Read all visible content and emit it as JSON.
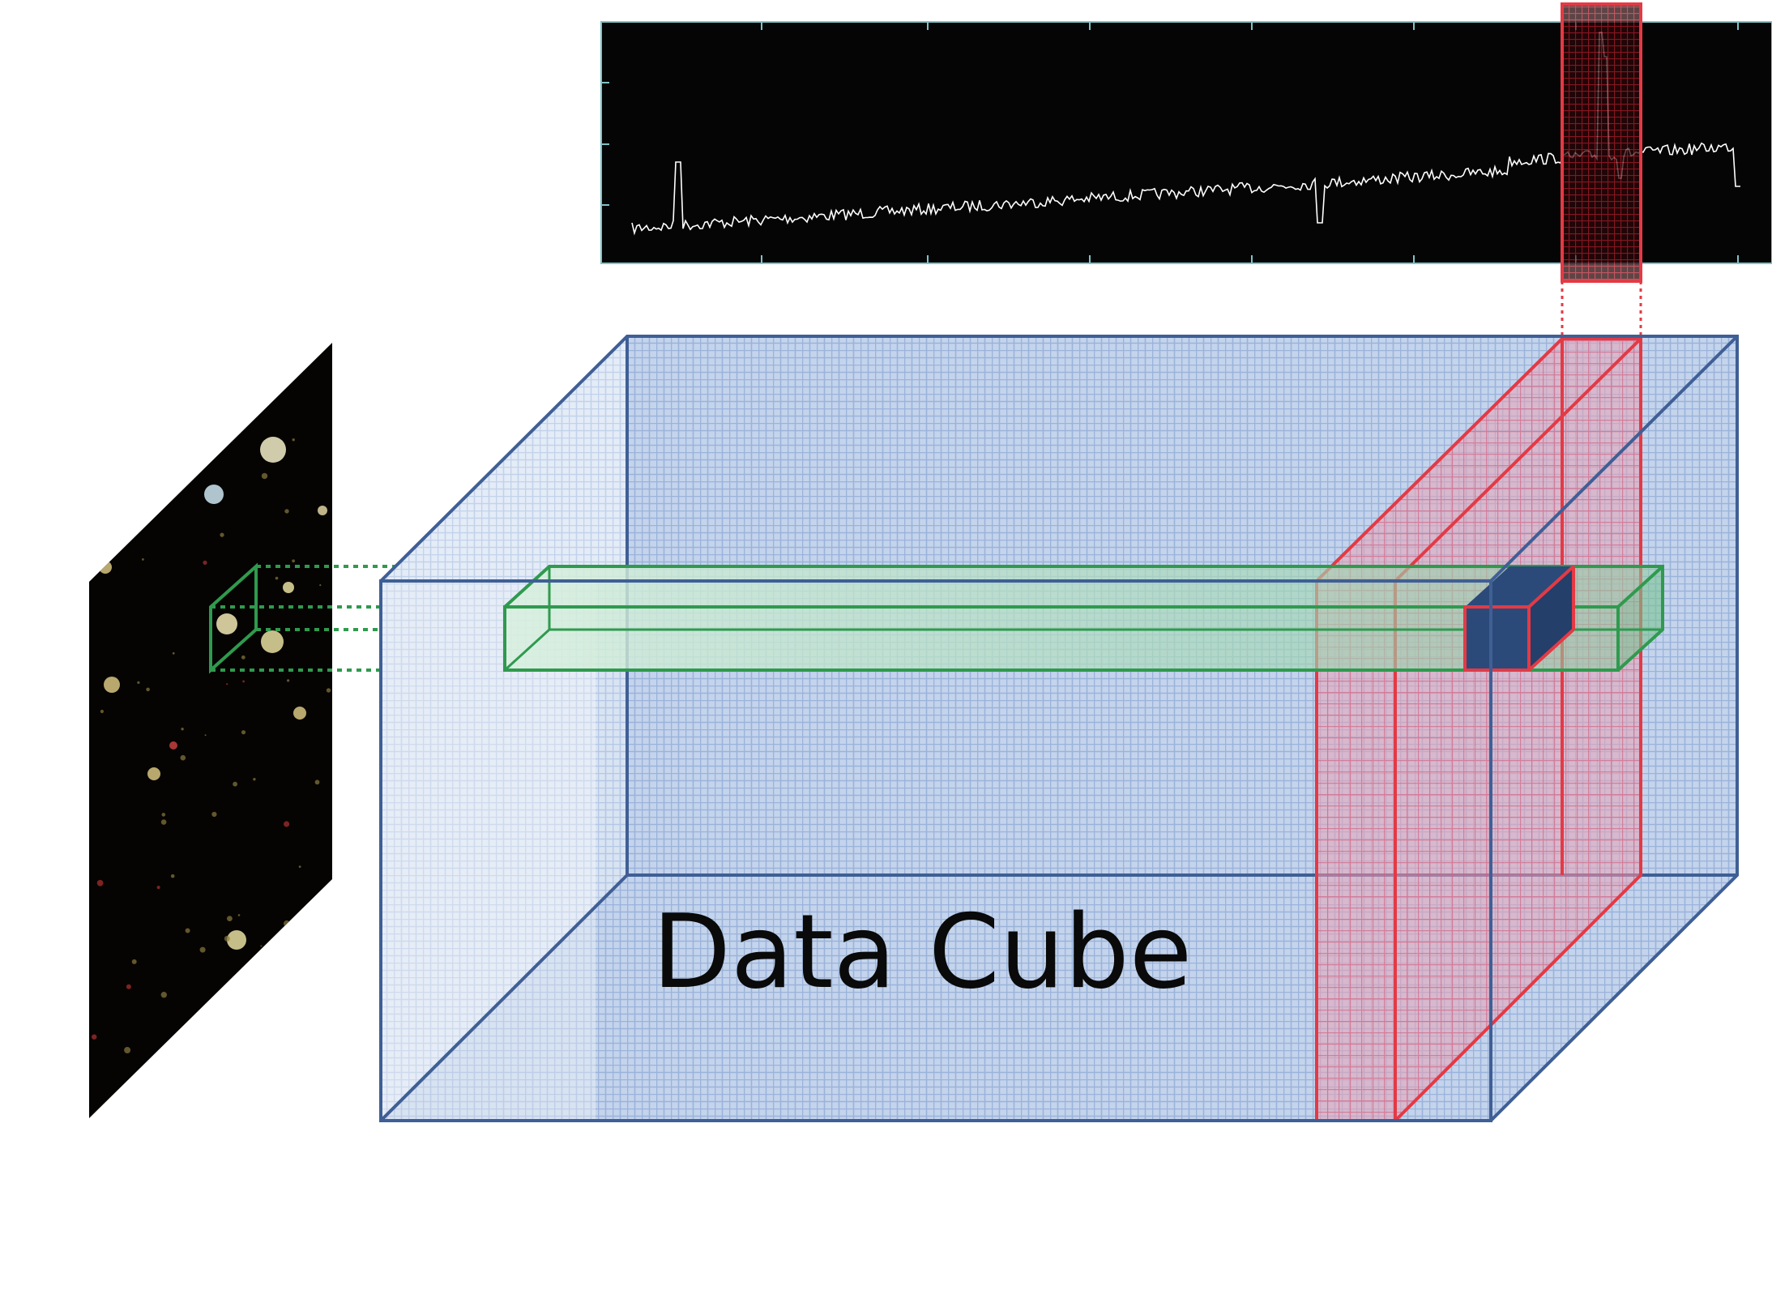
{
  "diagram": {
    "cube_label": "Data Cube"
  },
  "colors": {
    "cube_edge": "#3f5f95",
    "cube_fill": "#b9cbe6",
    "slice": "#e33a45",
    "spaxel": "#2f9a4e",
    "spectrum_bg": "#050505",
    "spectrum_line": "#ffffff",
    "spectrum_frame": "#7fc3c8",
    "voxel": "#2b4a7a"
  },
  "components": [
    "sky-image",
    "spectrum-panel",
    "data-cube",
    "wavelength-slice",
    "spaxel-column",
    "voxel"
  ]
}
